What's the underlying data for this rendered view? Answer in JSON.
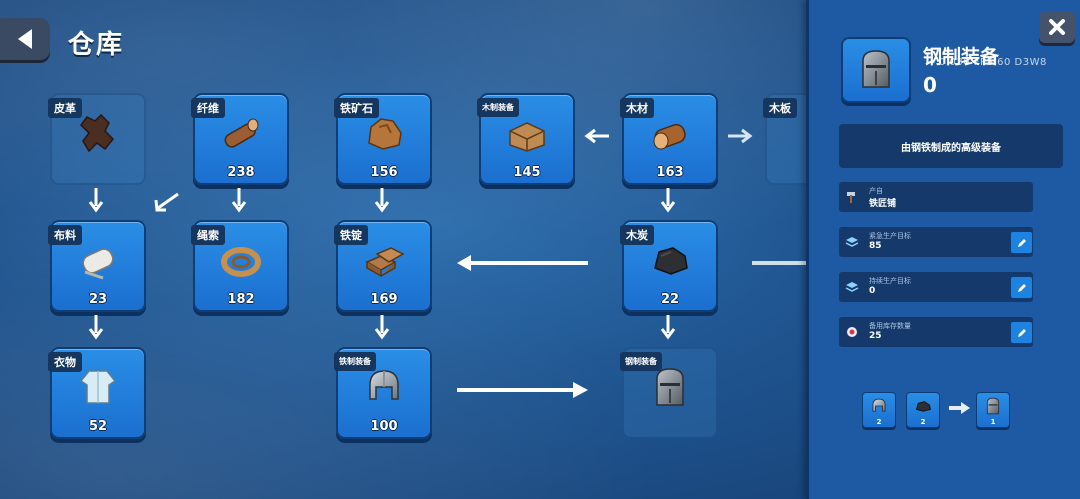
{
  "header": {
    "title": "仓库"
  },
  "items": [
    {
      "id": "leather",
      "label": "皮革",
      "count": "",
      "icon": "leather-icon"
    },
    {
      "id": "fiber",
      "label": "纤维",
      "count": "238",
      "icon": "fiber-log-icon"
    },
    {
      "id": "iron-ore",
      "label": "铁矿石",
      "count": "156",
      "icon": "iron-ore-icon"
    },
    {
      "id": "wood-gear",
      "label": "木制装备",
      "count": "145",
      "icon": "wooden-crate-icon"
    },
    {
      "id": "wood",
      "label": "木材",
      "count": "163",
      "icon": "log-icon"
    },
    {
      "id": "plank",
      "label": "木板",
      "count": "",
      "icon": "plank-icon"
    },
    {
      "id": "cloth",
      "label": "布料",
      "count": "23",
      "icon": "cloth-roll-icon"
    },
    {
      "id": "rope",
      "label": "绳索",
      "count": "182",
      "icon": "rope-coil-icon"
    },
    {
      "id": "iron-ingot",
      "label": "铁锭",
      "count": "169",
      "icon": "iron-ingot-icon"
    },
    {
      "id": "charcoal",
      "label": "木炭",
      "count": "22",
      "icon": "charcoal-icon"
    },
    {
      "id": "clothing",
      "label": "衣物",
      "count": "52",
      "icon": "clothing-icon"
    },
    {
      "id": "iron-gear",
      "label": "铁制装备",
      "count": "100",
      "icon": "iron-helmet-icon"
    },
    {
      "id": "steel-gear",
      "label": "钢制装备",
      "count": "",
      "icon": "steel-helmet-icon"
    }
  ],
  "panel": {
    "title": "钢制装备",
    "count": "0",
    "overlay": "0.030   FPS  60  D3W8",
    "description": "由钢铁制成的高级装备",
    "produced_by": {
      "label": "产自",
      "value": "铁匠铺"
    },
    "urgent_target": {
      "label": "紧急生产目标",
      "value": "85"
    },
    "continuous_target": {
      "label": "持续生产目标",
      "value": "0"
    },
    "reserve": {
      "label": "备用库存数量",
      "value": "25"
    },
    "recipe": {
      "input1_qty": "2",
      "input2_qty": "2",
      "output_qty": "1"
    }
  },
  "colors": {
    "card": "#1f78d8",
    "panel": "#1d5aa3",
    "label_bg": "#15375f"
  }
}
